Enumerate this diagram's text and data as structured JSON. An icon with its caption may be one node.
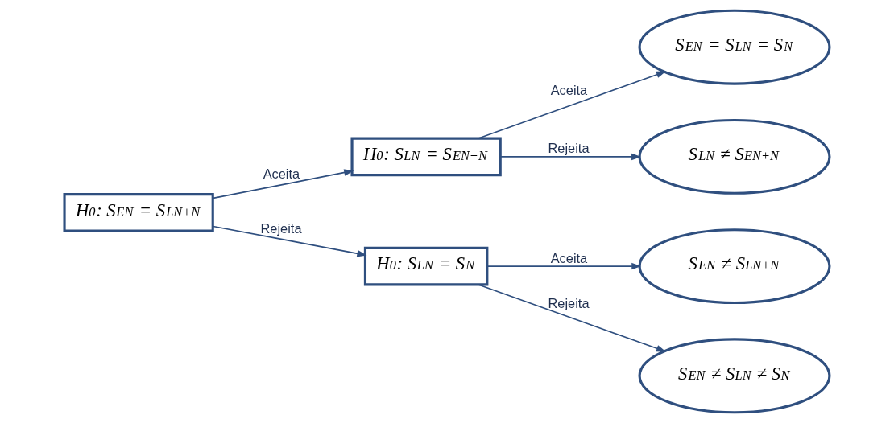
{
  "diagram": {
    "nodes": [
      {
        "text": [
          "H$_{0}$: S$_{EN}$ = S$_{LN+N}$"
        ]
      },
      {
        "text": [
          "H$_{0}$: S$_{LN}$ = S$_{EN+N}$"
        ]
      },
      {
        "text": [
          "H$_{0}$: S$_{LN}$ = S$_{N}$"
        ]
      },
      {
        "text": [
          "S$_{EN}$ = S$_{LN}$ = S$_{N}$"
        ]
      },
      {
        "text": [
          "S$_{LN}$ ≠ S$_{EN+N}$"
        ]
      },
      {
        "text": [
          "S$_{EN}$ ≠ S$_{LN+N}$"
        ]
      },
      {
        "text": [
          "S$_{EN}$ ≠ S$_{LN}$ ≠ S$_{N}$"
        ]
      }
    ],
    "edges": [
      {
        "from": 0,
        "to": 1,
        "arrow": "to",
        "label": "Aceita"
      },
      {
        "from": 0,
        "to": 2,
        "arrow": "to",
        "label": "Rejeita"
      },
      {
        "from": 1,
        "to": 3,
        "arrow": "to",
        "label": "Aceita"
      },
      {
        "from": 1,
        "to": 4,
        "arrow": "to",
        "label": "Rejeita"
      },
      {
        "from": 2,
        "to": 5,
        "arrow": "to",
        "label": "Aceita"
      },
      {
        "from": 2,
        "to": 6,
        "arrow": "to",
        "label": "Rejeita"
      }
    ]
  }
}
